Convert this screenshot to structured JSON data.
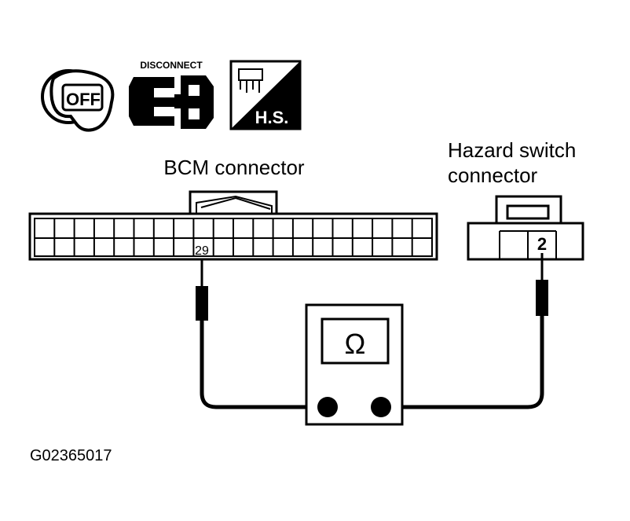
{
  "icons": {
    "ignition": {
      "icon": "ignition-key-off-icon",
      "text": "OFF"
    },
    "disconnect": {
      "icon": "connector-disconnect-icon",
      "text": "DISCONNECT"
    },
    "harness_side": {
      "icon": "harness-side-icon",
      "text": "H.S."
    }
  },
  "bcm": {
    "label": "BCM connector",
    "terminal": "29"
  },
  "hazard": {
    "label_line1": "Hazard switch",
    "label_line2": "connector",
    "terminal": "2"
  },
  "meter": {
    "symbol": "Ω",
    "icon": "ohmmeter-icon"
  },
  "figure_id": "G02365017"
}
